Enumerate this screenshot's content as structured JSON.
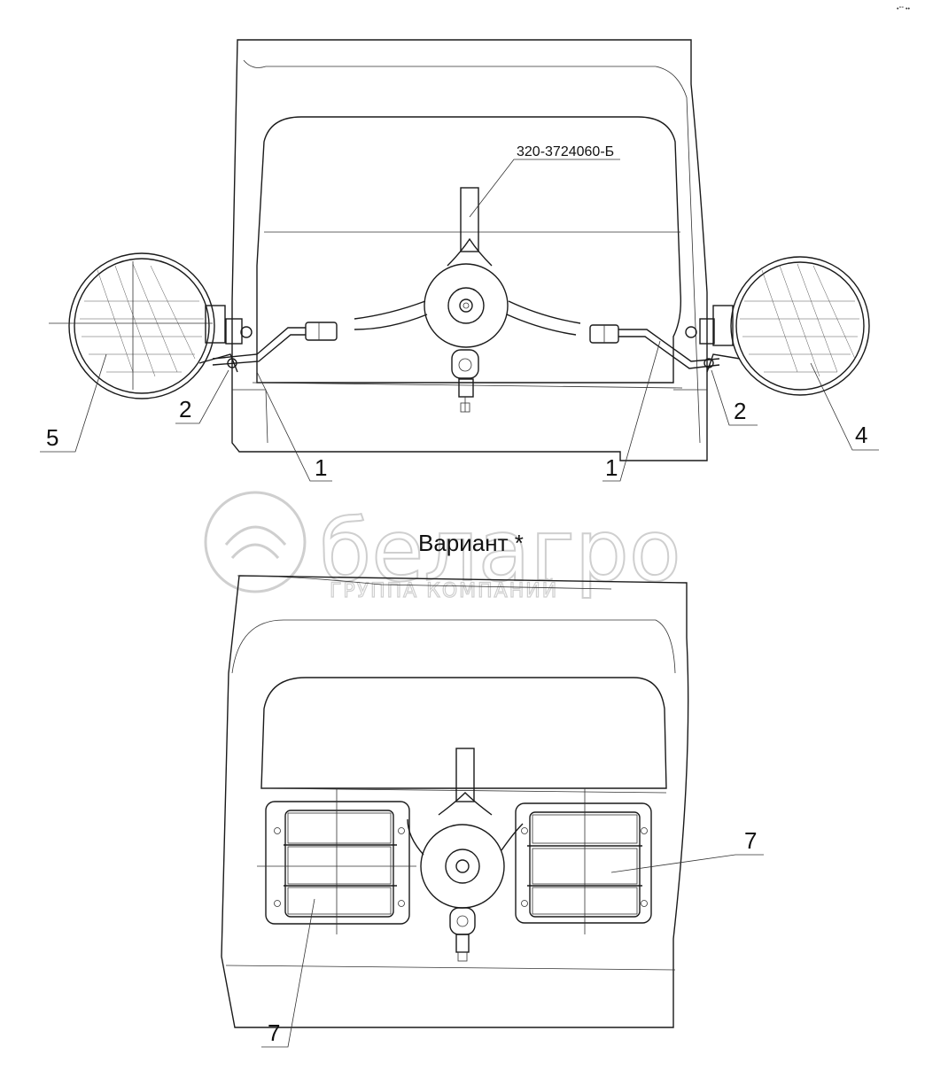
{
  "drawing": {
    "assembly_code": "320-3724060-Б",
    "variant_caption": "Вариант *",
    "callouts": {
      "n1_left": "1",
      "n1_right": "1",
      "n2_left": "2",
      "n2_right": "2",
      "n4": "4",
      "n5": "5",
      "n7_right": "7",
      "n7_bottom": "7"
    },
    "corner_mark": "•°° ••"
  },
  "watermark": {
    "brand": "белагро",
    "subtitle": "ГРУППА КОМПАНИЙ"
  }
}
